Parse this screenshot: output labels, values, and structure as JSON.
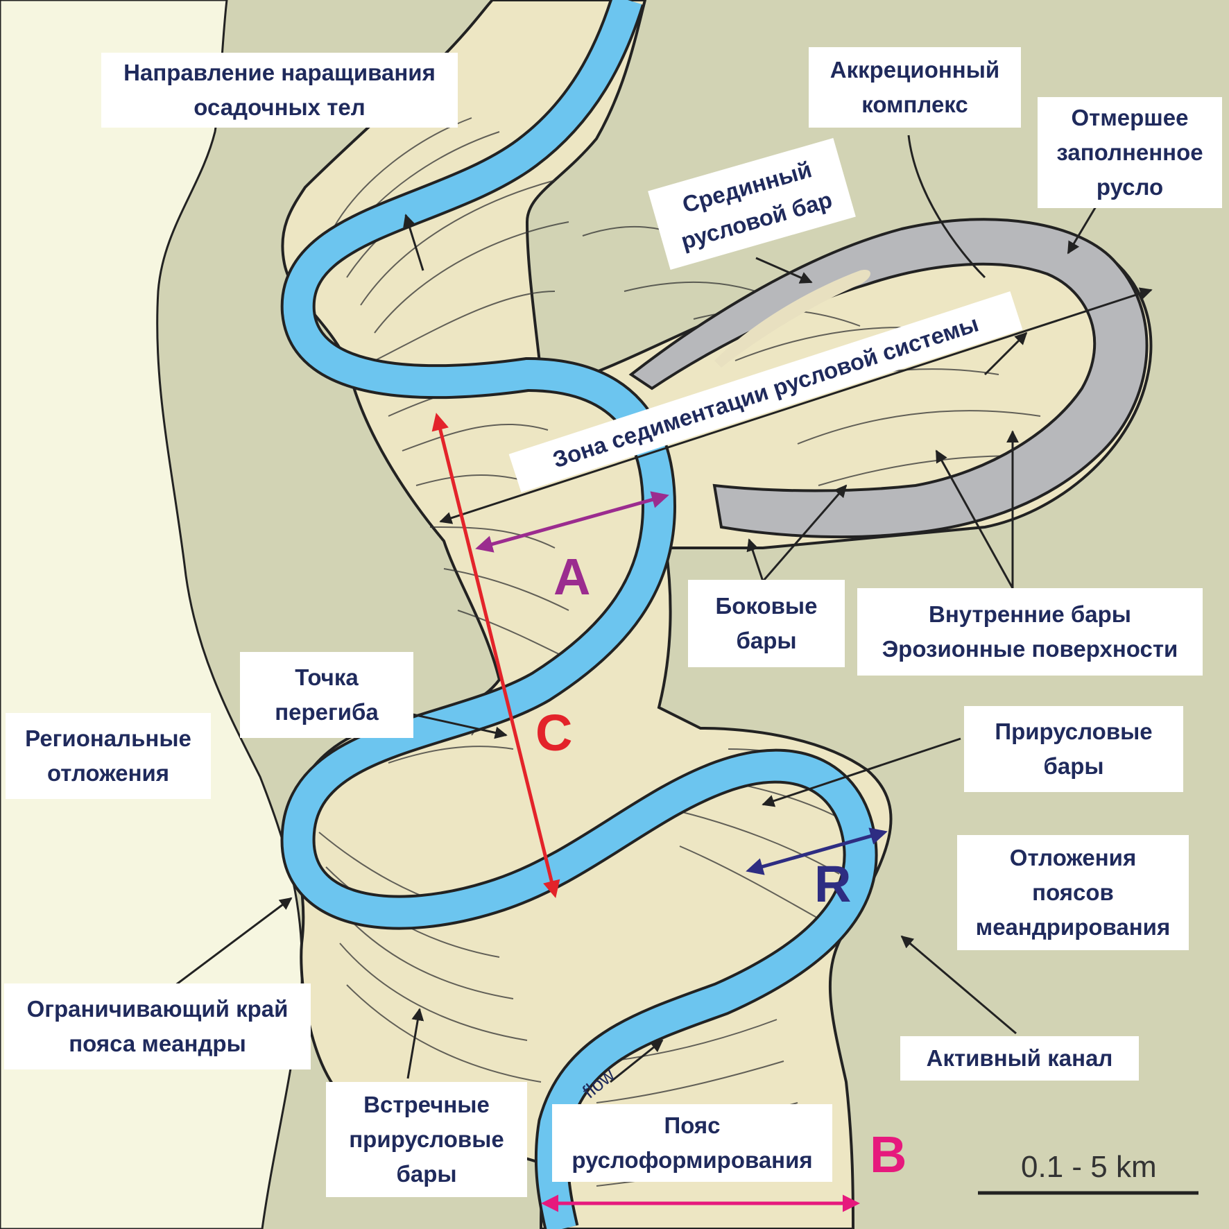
{
  "colors": {
    "background": "#d2d3b4",
    "regional": "#f6f6e0",
    "sediment": "#ede6c3",
    "channel": "#6cc5ef",
    "abandoned_channel": "#b7b8bb",
    "text": "#1f2a5c",
    "letter_a": "#9b2c8f",
    "letter_c": "#e3232a",
    "letter_r": "#2e2d82",
    "letter_b": "#e6197d"
  },
  "labels": {
    "growth_direction": [
      "Направление наращивания",
      "осадочных тел"
    ],
    "accretion_complex": [
      "Аккреционный",
      "комплекс"
    ],
    "dead_channel": [
      "Отмершее",
      "заполненное",
      "русло"
    ],
    "mid_channel_bar": [
      "Срединный",
      "русловой бар"
    ],
    "sedimentation_zone": "Зона седиментации русловой системы",
    "side_bars": [
      "Боковые",
      "бары"
    ],
    "inner_bars": [
      "Внутренние бары",
      "Эрозионные поверхности"
    ],
    "inflection_point": [
      "Точка",
      "перегиба"
    ],
    "regional_deposits": [
      "Региональные",
      "отложения"
    ],
    "point_bars": [
      "Прирусловые",
      "бары"
    ],
    "meander_belt_deposits": [
      "Отложения",
      "поясов",
      "меандрирования"
    ],
    "bounding_edge": [
      "Ограничивающий край",
      "пояса меандры"
    ],
    "counter_point_bars": [
      "Встречные",
      "прирусловые",
      "бары"
    ],
    "channel_belt": [
      "Пояс",
      "руслоформирования"
    ],
    "active_channel": "Активный канал"
  },
  "letters": {
    "a": "A",
    "c": "C",
    "r": "R",
    "b": "B"
  },
  "flow_label": "flow",
  "scale_label": "0.1 - 5 km"
}
